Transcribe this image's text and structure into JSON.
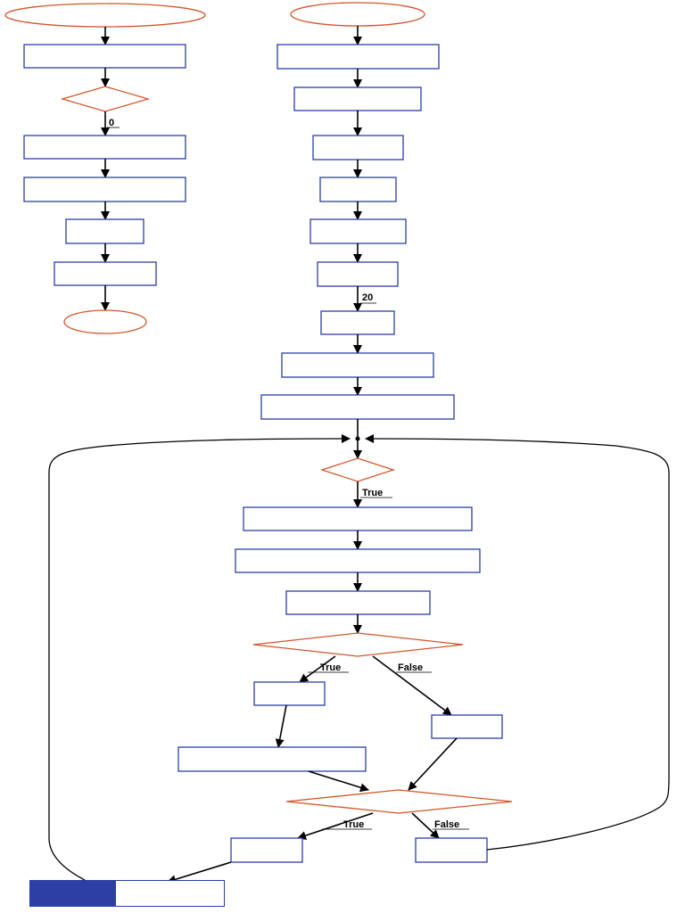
{
  "edge_labels": {
    "left_zero": "0",
    "right_twenty": "20",
    "loop_true": "True",
    "branch1_true": "True",
    "branch1_false": "False",
    "branch2_true": "True",
    "branch2_false": "False"
  },
  "colors": {
    "process_stroke": "#2b3fa5",
    "decision_stroke": "#d2562b",
    "arrow": "#000000",
    "footer_fill": "#2b3fa5"
  }
}
